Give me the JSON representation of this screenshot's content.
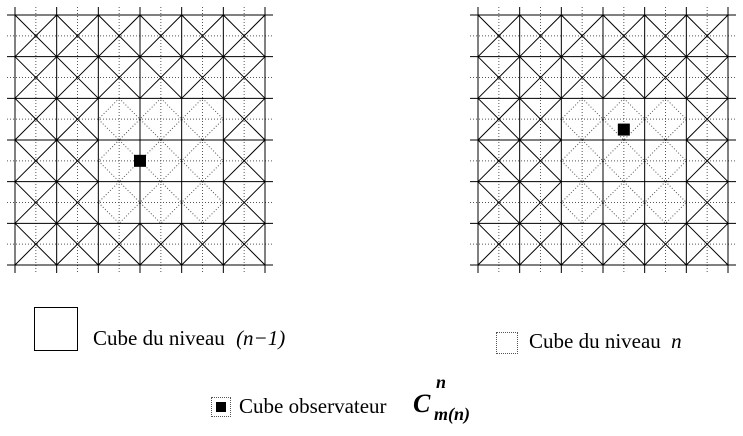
{
  "legend": {
    "level_prev_label": "Cube du niveau",
    "level_prev_index": "(n−1)",
    "level_n_label": "Cube du niveau",
    "level_n_index": "n",
    "observer_label": "Cube observateur",
    "observer_symbol": "C",
    "observer_superscript": "n",
    "observer_subscript": "m(n)"
  },
  "colors": {
    "line": "#000000",
    "dotted": "#555555",
    "observer": "#000000"
  }
}
